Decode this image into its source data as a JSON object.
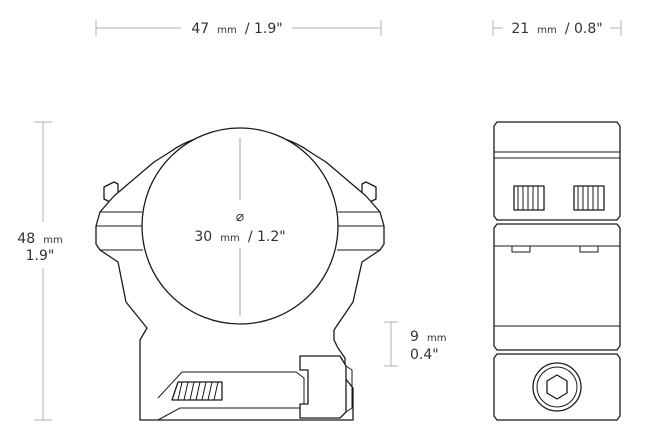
{
  "dimensions": {
    "width": {
      "value": "47",
      "unit": "mm",
      "imperial": "/ 1.9\""
    },
    "depth": {
      "value": "21",
      "unit": "mm",
      "imperial": "/ 0.8\""
    },
    "height": {
      "value": "48",
      "unit": "mm",
      "imperial": "1.9\""
    },
    "diameter": {
      "symbol": "⌀",
      "value": "30",
      "unit": "mm",
      "imperial": "/ 1.2\""
    },
    "base": {
      "value": "9",
      "unit": "mm",
      "imperial": "0.4\""
    }
  },
  "icons": {
    "hex-bolt": "hex-bolt-icon"
  },
  "colors": {
    "line": "#1a1a1a",
    "dimension": "#b0b0b0",
    "text": "#333333"
  }
}
